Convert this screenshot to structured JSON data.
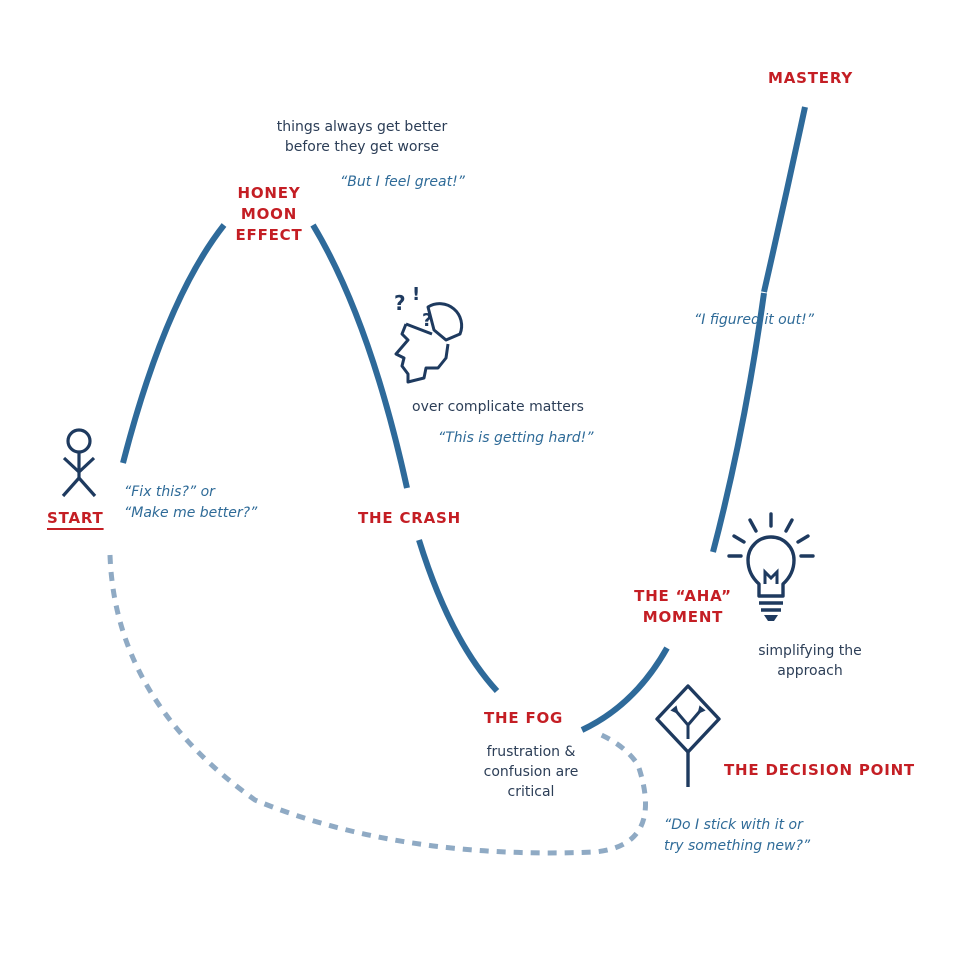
{
  "stages": {
    "start": "START",
    "honeymoon_line1": "HONEY",
    "honeymoon_line2": "MOON",
    "honeymoon_line3": "EFFECT",
    "crash": "THE CRASH",
    "fog": "THE FOG",
    "aha_line1": "THE “AHA”",
    "aha_line2": "MOMENT",
    "decision": "THE DECISION POINT",
    "mastery": "MASTERY"
  },
  "notes": {
    "honeymoon_line1": "things always get better",
    "honeymoon_line2": "before they get worse",
    "crash": "over complicate matters",
    "fog_line1": "frustration &",
    "fog_line2": "confusion are",
    "fog_line3": "critical",
    "aha_line1": "simplifying the",
    "aha_line2": "approach"
  },
  "quotes": {
    "start_line1": "“Fix this?” or",
    "start_line2": "“Make me better?”",
    "honeymoon": "“But I feel great!”",
    "crash": "“This is getting hard!”",
    "mastery": "“I figured it out!”",
    "decision_line1": "“Do I stick with it or",
    "decision_line2": "try something new?”"
  },
  "icons": {
    "start": "stick-figure-icon",
    "crash": "confused-head-icon",
    "aha": "lightbulb-icon",
    "decision": "fork-road-sign-icon"
  },
  "colors": {
    "curve": "#2e6a9a",
    "dashed_return": "#8faac4",
    "stage_label": "#c41e24",
    "note_text": "#2c3e57",
    "quote_text": "#2f6b98",
    "icon": "#1e3a5f"
  }
}
